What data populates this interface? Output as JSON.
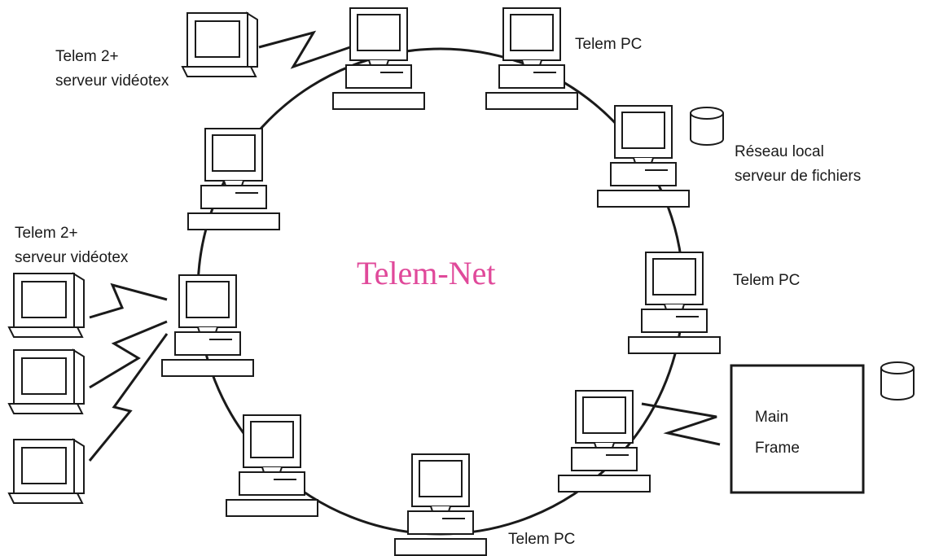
{
  "diagram": {
    "title": "Telem-Net",
    "title_color": "#e0499a",
    "line_color": "#1a1a1a",
    "labels": {
      "top_left_line1": "Telem 2+",
      "top_left_line2": "serveur vidéotex",
      "top_right": "Telem PC",
      "file_server_line1": "Réseau local",
      "file_server_line2": "serveur de fichiers",
      "right_mid": "Telem PC",
      "left_mid_line1": "Telem 2+",
      "left_mid_line2": "serveur vidéotex",
      "mainframe_line1": "Main",
      "mainframe_line2": "Frame",
      "bottom": "Telem PC"
    },
    "icons": {
      "workstation": "desktop-computer-icon",
      "terminal": "terminal-icon",
      "storage": "database-disk-icon",
      "mainframe": "mainframe-box-icon",
      "link": "lightning-link-icon"
    }
  }
}
